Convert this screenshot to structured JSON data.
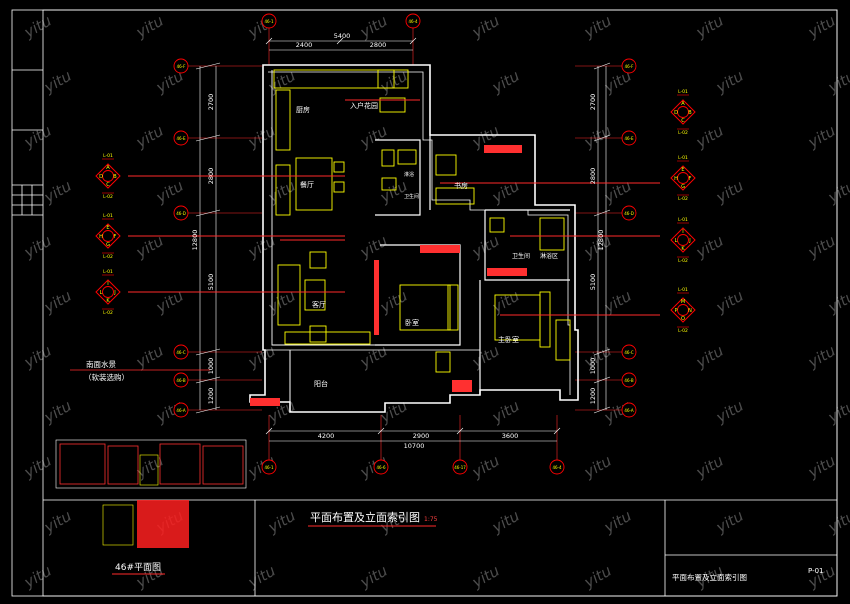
{
  "drawing": {
    "main_title": "平面布置及立面索引图",
    "main_scale": "1:75",
    "key_plan_title": "46#平面图",
    "title_block_name": "平面布置及立面索引图",
    "sheet_number": "P-01",
    "watermark": "yitu",
    "colors": {
      "background": "#000000",
      "frame": "#ffffff",
      "wall": "#ffffff",
      "furniture": "#ffff00",
      "index_line": "#ff0000",
      "axis_bubble": "#ff0000",
      "axis_text": "#ffff00",
      "wall_hatch": "#ff3030",
      "dimension": "#ffffff",
      "watermark": "#555555",
      "room_label": "#ffffff"
    }
  },
  "rooms": [
    {
      "key": "kitchen",
      "label": "厨房"
    },
    {
      "key": "entry",
      "label": "入户花园"
    },
    {
      "key": "dining",
      "label": "餐厅"
    },
    {
      "key": "shower1",
      "label": "淋浴"
    },
    {
      "key": "wc1",
      "label": "卫生间"
    },
    {
      "key": "study",
      "label": "书房"
    },
    {
      "key": "bath2",
      "label": "卫生间"
    },
    {
      "key": "shower2",
      "label": "淋浴区"
    },
    {
      "key": "living",
      "label": "客厅"
    },
    {
      "key": "bedroom",
      "label": "卧室"
    },
    {
      "key": "master",
      "label": "主卧室"
    },
    {
      "key": "balcony",
      "label": "阳台"
    }
  ],
  "annotations": {
    "note_line1": "南面水景",
    "note_line2": "（软装选购）"
  },
  "dimensions": {
    "top_total": "5400",
    "top_left": "2400",
    "top_right": "2800",
    "bottom_total": "10700",
    "bottom_a": "4200",
    "bottom_b": "2900",
    "bottom_c": "3600",
    "left_total": "12800",
    "left_segments": [
      "2700",
      "2800",
      "5100",
      "1000",
      "1200"
    ],
    "right_total": "12800",
    "right_segments": [
      "2700",
      "2800",
      "5100",
      "1000",
      "1200"
    ]
  },
  "axes": {
    "top": [
      "46-1",
      "46-4"
    ],
    "bottom": [
      "46-1",
      "46-6",
      "46-17",
      "46-4"
    ],
    "left": [
      "46-F",
      "46-E",
      "46-D",
      "46-C",
      "46-B",
      "46-A"
    ],
    "right": [
      "46-F",
      "46-E",
      "46-D",
      "46-C",
      "46-B",
      "46-A"
    ]
  },
  "elevation_indexes": {
    "left": [
      {
        "top": "L-01",
        "bottom": "L-02",
        "n": "A",
        "e": "B",
        "s": "C",
        "w": "D"
      },
      {
        "top": "L-01",
        "bottom": "L-02",
        "n": "E",
        "e": "F",
        "s": "G",
        "w": "H"
      },
      {
        "top": "L-01",
        "bottom": "L-02",
        "n": "I",
        "e": "J",
        "s": "K",
        "w": "L"
      }
    ],
    "right": [
      {
        "top": "L-01",
        "bottom": "L-02",
        "n": "A",
        "e": "B",
        "s": "C",
        "w": "D"
      },
      {
        "top": "L-01",
        "bottom": "L-02",
        "n": "E",
        "e": "F",
        "s": "G",
        "w": "H"
      },
      {
        "top": "L-01",
        "bottom": "L-02",
        "n": "I",
        "e": "J",
        "s": "K",
        "w": "L"
      },
      {
        "top": "L-01",
        "bottom": "L-02",
        "n": "M",
        "e": "N",
        "s": "O",
        "w": "P"
      }
    ]
  }
}
